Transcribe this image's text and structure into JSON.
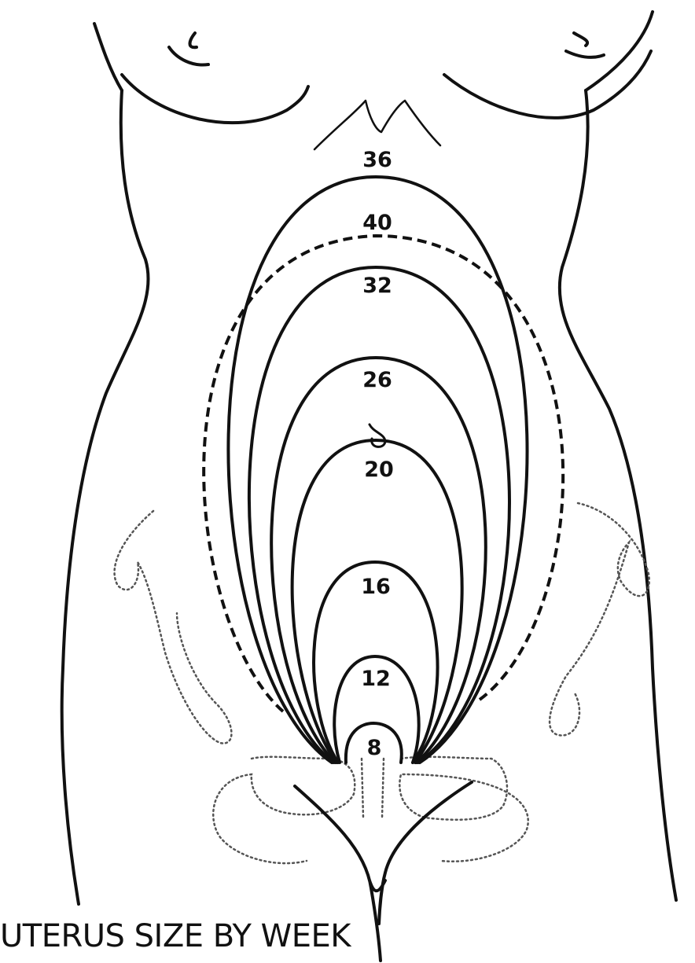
{
  "caption": "UTERUS SIZE BY WEEK",
  "week_labels": {
    "w8": "8",
    "w12": "12",
    "w16": "16",
    "w20": "20",
    "w26": "26",
    "w32": "32",
    "w36": "36",
    "w40": "40"
  }
}
